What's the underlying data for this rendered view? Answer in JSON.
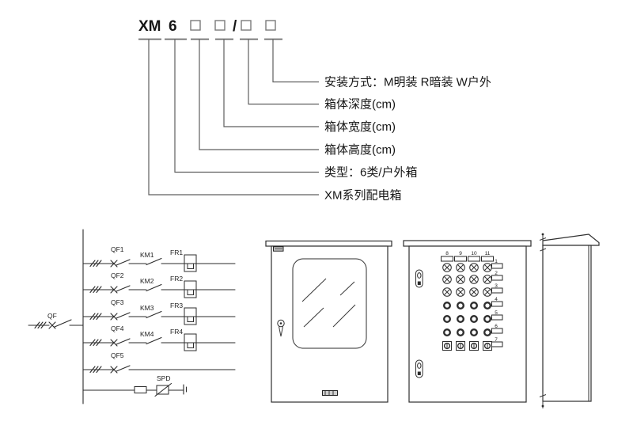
{
  "designation": {
    "prefix": "XM",
    "type_digit": "6",
    "separator": "/",
    "labels": [
      "安装方式：M明装 R暗装 W户外",
      "箱体深度(cm)",
      "箱体宽度(cm)",
      "箱体高度(cm)",
      "类型：6类/户外箱",
      "XM系列配电箱"
    ]
  },
  "circuit": {
    "main_breaker_label": "QF",
    "spd_label": "SPD",
    "branches": [
      {
        "breaker": "QF1",
        "contactor": "KM1",
        "relay": "FR1"
      },
      {
        "breaker": "QF2",
        "contactor": "KM2",
        "relay": "FR2"
      },
      {
        "breaker": "QF3",
        "contactor": "KM3",
        "relay": "FR3"
      },
      {
        "breaker": "QF4",
        "contactor": "KM4",
        "relay": "FR4"
      },
      {
        "breaker": "QF5"
      }
    ]
  },
  "panel": {
    "column_labels": [
      "8",
      "9",
      "10",
      "11"
    ],
    "row_labels": [
      "1",
      "2",
      "3",
      "4",
      "5",
      "6",
      "7"
    ]
  },
  "colors": {
    "line_dark": "#2a2a2a",
    "line_gray": "#5f5f5f",
    "text": "#161616"
  }
}
